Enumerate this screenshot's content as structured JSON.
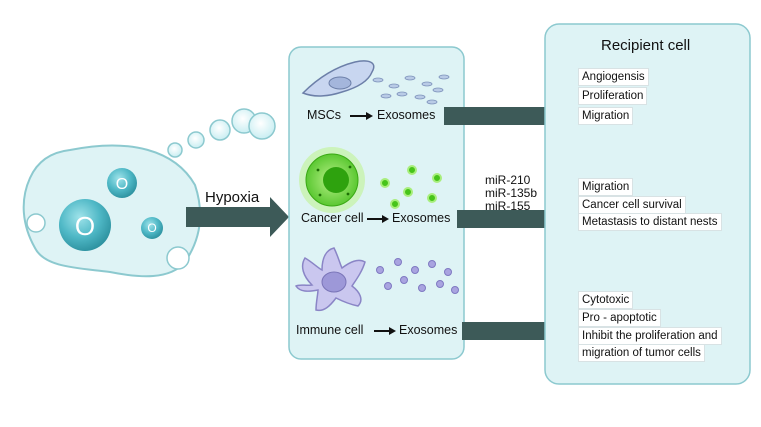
{
  "stimulus": {
    "label": "Hypoxia",
    "oxygen_symbol": "O"
  },
  "sources": [
    {
      "cell": "MSCs",
      "product": "Exosomes"
    },
    {
      "cell": "Cancer cell",
      "product": "Exosomes"
    },
    {
      "cell": "Immune cell",
      "product": "Exosomes"
    }
  ],
  "mirnas": [
    "miR-210",
    "miR-135b",
    "miR-155"
  ],
  "recipient": {
    "title": "Recipient cell",
    "groups": [
      {
        "items": [
          "Angiogensis",
          "Proliferation",
          "Migration"
        ]
      },
      {
        "items": [
          "Migration",
          "Cancer cell survival",
          "Metastasis to distant nests"
        ]
      },
      {
        "items": [
          "Cytotoxic",
          "Pro - apoptotic",
          "Inhibit the proliferation and",
          "migration of tumor cells"
        ]
      }
    ]
  },
  "colors": {
    "panel_fill": "#def3f5",
    "panel_stroke": "#8cc9cf",
    "arrow": "#3d5a58",
    "cancer_green": "#6fdc3a",
    "immune_purple": "#b7b3e6",
    "msc_fill": "#c8d6f0",
    "oxygen_teal": "#3fa9b8"
  }
}
